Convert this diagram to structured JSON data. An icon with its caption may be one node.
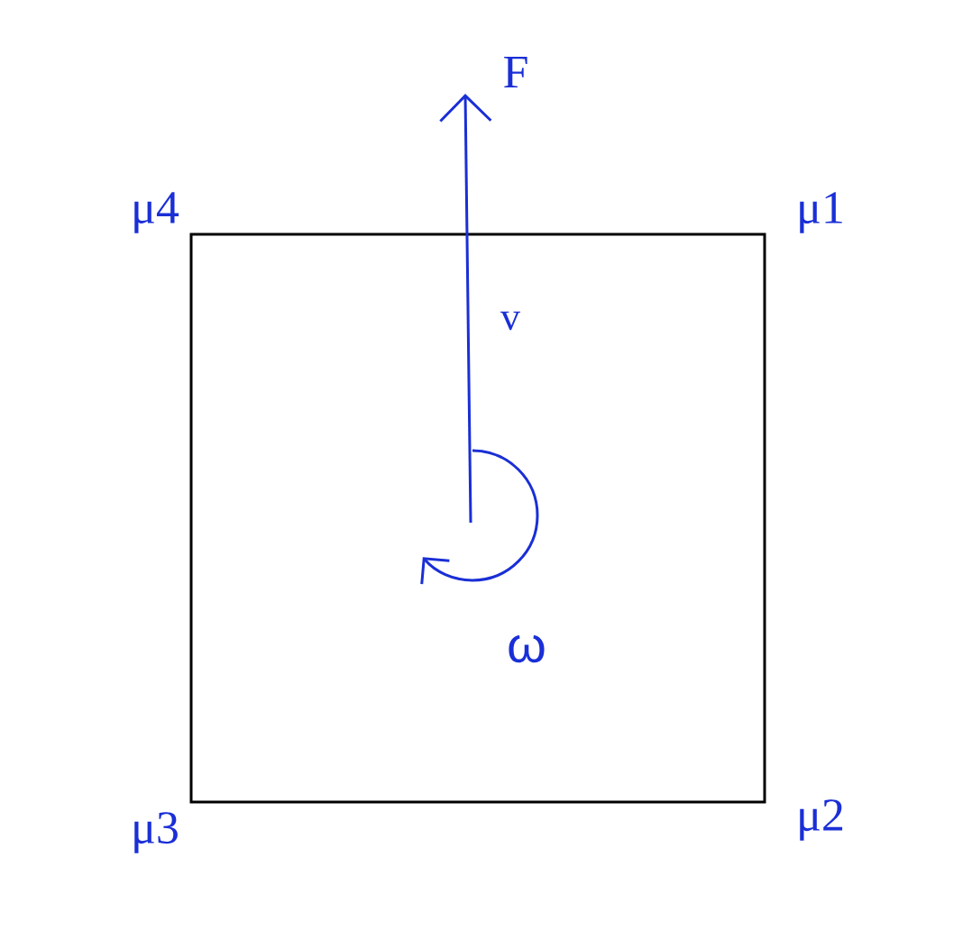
{
  "diagram": {
    "nodes": [
      {
        "text": [],
        "shape": "box"
      }
    ],
    "labels": [
      "F",
      "μ4",
      "μ1",
      "v",
      "ω",
      "μ3",
      "μ2"
    ]
  }
}
